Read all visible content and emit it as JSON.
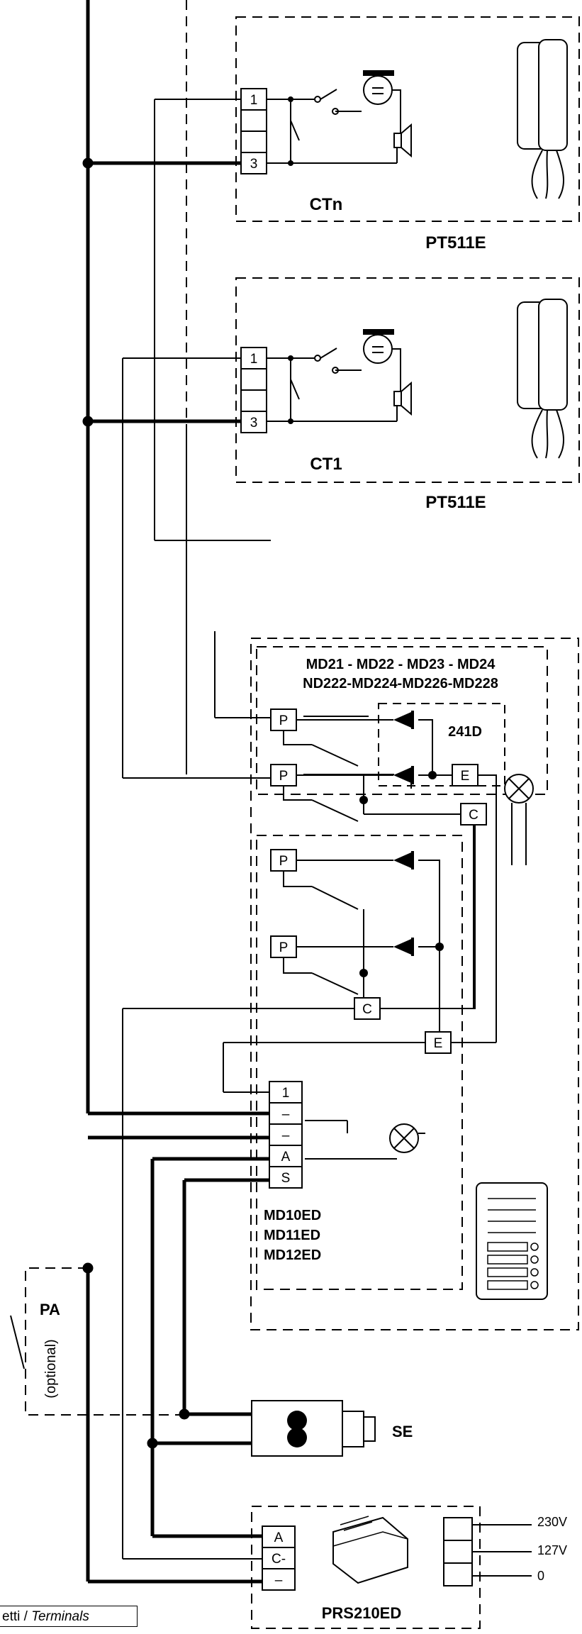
{
  "stations": [
    {
      "code": "CTn",
      "model": "PT511E",
      "terminals": [
        "1",
        "3"
      ]
    },
    {
      "code": "CT1",
      "model": "PT511E",
      "terminals": [
        "1",
        "3"
      ]
    }
  ],
  "upper_panel": {
    "models_line1": "MD21 - MD22 - MD23 - MD24",
    "models_line2": "ND222-MD224-MD226-MD228",
    "module": "241D",
    "terminals": [
      "P",
      "P",
      "E",
      "C"
    ]
  },
  "lower_panel": {
    "terminals": [
      "P",
      "P",
      "C",
      "E"
    ],
    "strip": [
      "1",
      "–",
      "–",
      "A",
      "S"
    ],
    "models": [
      "MD10ED",
      "MD11ED",
      "MD12ED"
    ]
  },
  "pa": {
    "label": "PA",
    "note": "(optional)"
  },
  "lock": {
    "label": "SE"
  },
  "psu": {
    "label": "PRS210ED",
    "terminals": [
      "A",
      "C-",
      "–"
    ],
    "voltages": [
      "230V",
      "127V",
      "0"
    ]
  },
  "legend": {
    "text": "etti / ",
    "italic": "Terminals"
  }
}
